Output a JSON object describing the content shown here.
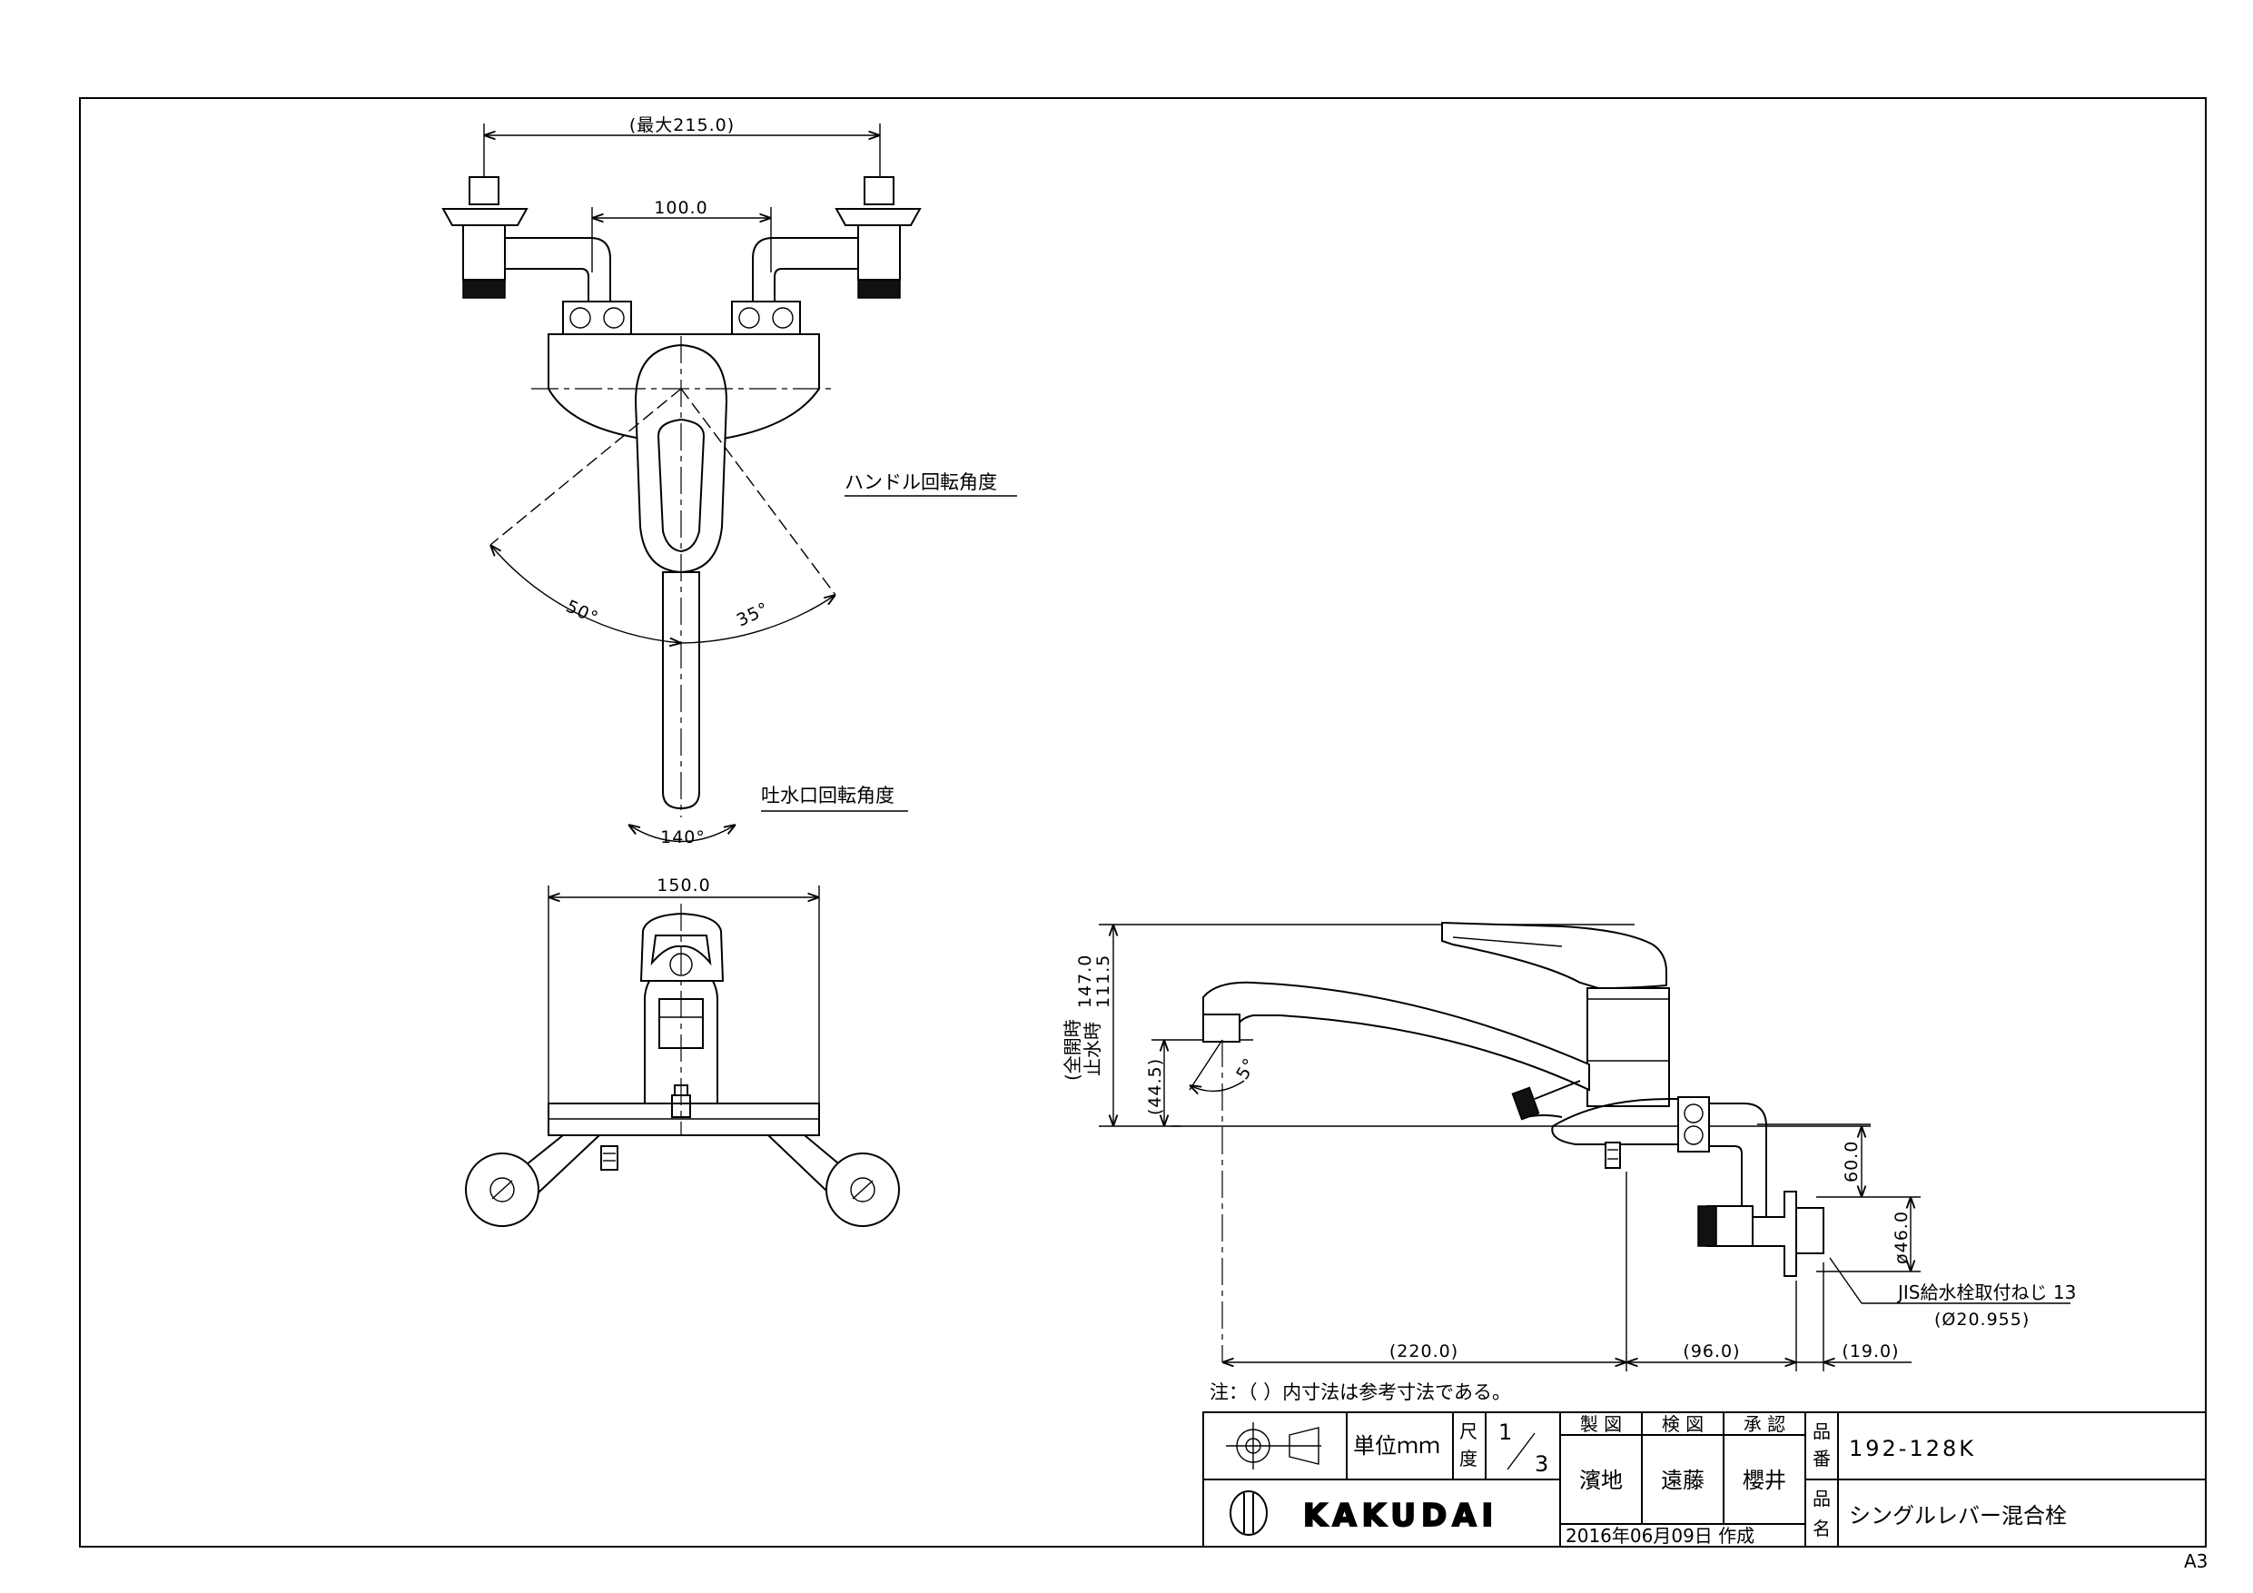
{
  "dimensions": {
    "max_width": "(最大215.0)",
    "center_spacing": "100.0",
    "angle_left": "50°",
    "angle_right": "35°",
    "spout_angle": "140°",
    "body_width": "150.0",
    "total_height_label": "(全開時",
    "total_height_value": "147.0",
    "stop_height_label": "止水時",
    "stop_height_value": "111.5",
    "outlet_height": "(44.5)",
    "outlet_angle": "5°",
    "riser": "60.0",
    "flange_dia": "ø46.0",
    "spout_reach": "(220.0)",
    "body_depth": "(96.0)",
    "flange_thickness": "(19.0)",
    "thread_label": "JIS給水栓取付ねじ 13",
    "thread_dia": "(Ø20.955)"
  },
  "labels": {
    "handle_rotation": "ハンドル回転角度",
    "spout_rotation": "吐水口回転角度",
    "note": "注：（ ）内寸法は参考寸法である。"
  },
  "title_block": {
    "unit": "単位ｍｍ",
    "scale_label_1": "尺",
    "scale_label_2": "度",
    "scale_num": "1",
    "scale_den": "3",
    "drawn_label": "製 図",
    "checked_label": "検 図",
    "approved_label": "承 認",
    "drawn_by": "濱地",
    "checked_by": "遠藤",
    "approved_by": "櫻井",
    "date": "2016年06月09日 作成",
    "part_no_label_1": "品",
    "part_no_label_2": "番",
    "part_no": "192-128K",
    "name_label_1": "品",
    "name_label_2": "名",
    "part_name": "シングルレバー混合栓",
    "company": "KAKUDAI"
  },
  "sheet_size": "A3"
}
